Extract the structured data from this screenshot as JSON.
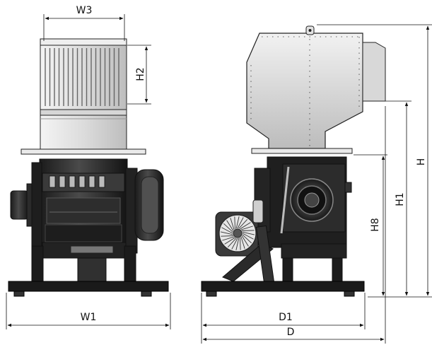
{
  "dimensions": {
    "w3": "W3",
    "h2": "H2",
    "w1": "W1",
    "h8": "H8",
    "h1": "H1",
    "h": "H",
    "d1": "D1",
    "d": "D"
  },
  "colors": {
    "line": "#111111",
    "metal_light": "#e6e6e6",
    "metal_mid": "#9a9a9a",
    "metal_dark": "#2a2a2a",
    "frame": "#1a1a1a"
  }
}
